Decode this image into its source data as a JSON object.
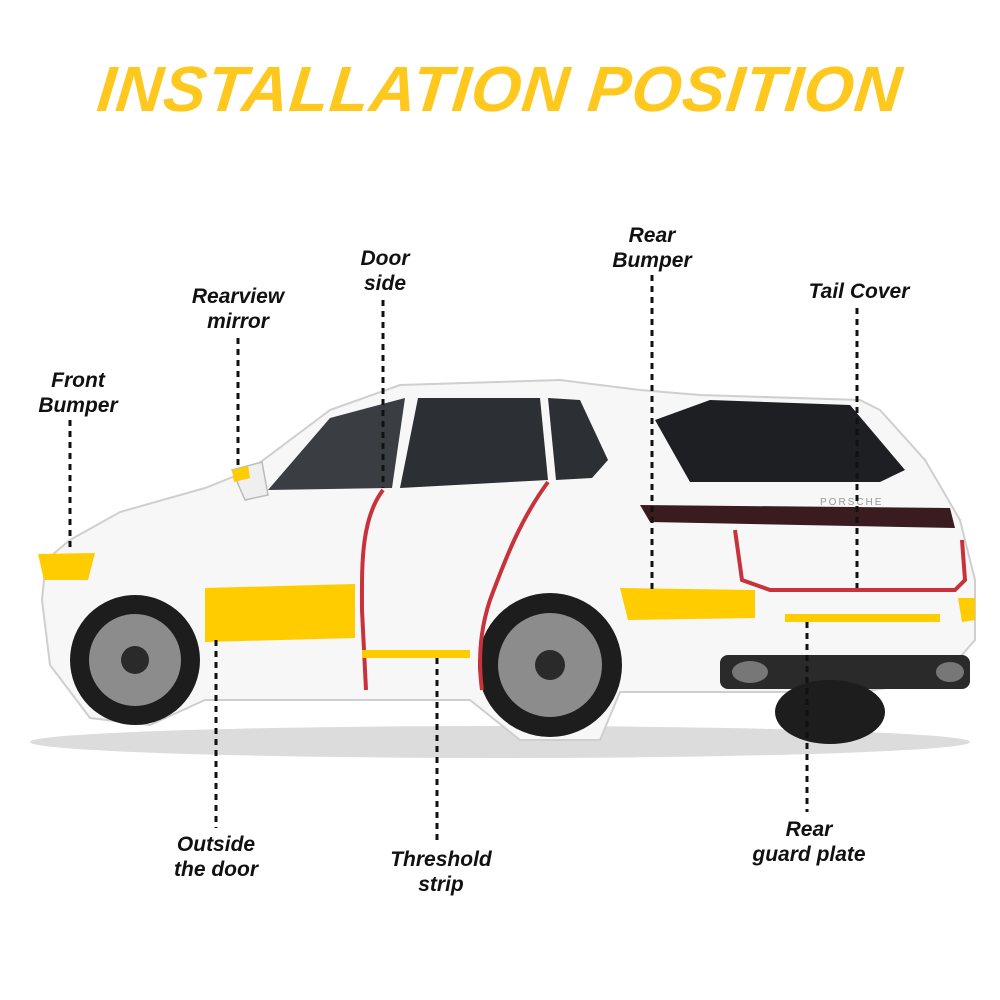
{
  "title": "INSTALLATION POSITION",
  "colors": {
    "accent": "#ffc81e",
    "strip_yellow": "#ffcc00",
    "door_line_red": "#c8323c",
    "text": "#111111"
  },
  "car": {
    "badge_text": "PORSCHE"
  },
  "labels": {
    "front_bumper": [
      "Front",
      "Bumper"
    ],
    "rearview_mirror": [
      "Rearview",
      "mirror"
    ],
    "door_side": [
      "Door",
      "side"
    ],
    "rear_bumper": [
      "Rear",
      "Bumper"
    ],
    "tail_cover": [
      "Tail Cover"
    ],
    "outside_door": [
      "Outside",
      "the door"
    ],
    "threshold_strip": [
      "Threshold",
      "strip"
    ],
    "rear_guard_plate": [
      "Rear",
      "guard plate"
    ]
  }
}
